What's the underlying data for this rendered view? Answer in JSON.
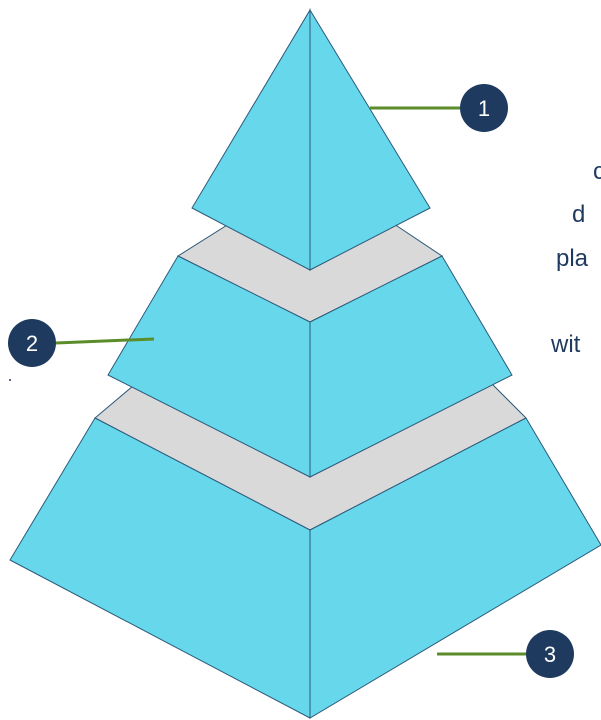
{
  "colors": {
    "face": "#67D7EB",
    "face_dark": "#5FCEE4",
    "stroke": "#2C5A7A",
    "gray_band": "#D9D9D9",
    "leader": "#5B8C2A",
    "callout_fill": "#1F3A5F",
    "callout_text": "#ffffff",
    "text": "#1f3a5f"
  },
  "callouts": [
    {
      "label": "1"
    },
    {
      "label": "2"
    },
    {
      "label": "3"
    }
  ],
  "partial_text_lines": [
    "c",
    "d",
    "pla",
    "wit"
  ]
}
